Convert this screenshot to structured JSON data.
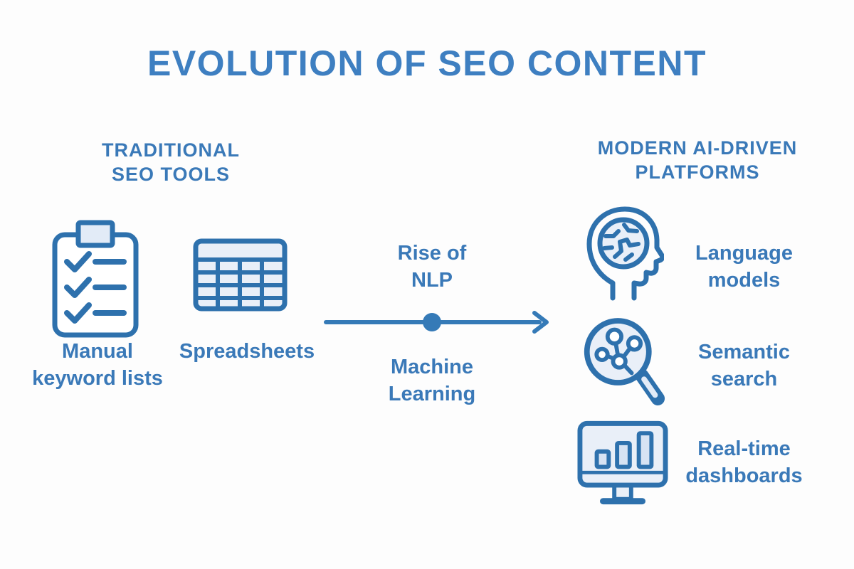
{
  "title": "EVOLUTION OF SEO CONTENT",
  "left": {
    "heading": "TRADITIONAL\nSEO TOOLS",
    "items": [
      {
        "label": "Manual\nkeyword lists",
        "icon": "checklist-clipboard-icon"
      },
      {
        "label": "Spreadsheets",
        "icon": "spreadsheet-table-icon"
      }
    ]
  },
  "center": {
    "top_label": "Rise of\nNLP",
    "bottom_label": "Machine\nLearning",
    "arrow": "timeline-arrow-with-midpoint-dot"
  },
  "right": {
    "heading": "MODERN AI-DRIVEN\nPLATFORMS",
    "items": [
      {
        "label": "Language\nmodels",
        "icon": "ai-head-brain-icon"
      },
      {
        "label": "Semantic\nsearch",
        "icon": "semantic-search-magnifier-icon"
      },
      {
        "label": "Real-time\ndashboards",
        "icon": "dashboard-monitor-icon"
      }
    ]
  },
  "colors": {
    "accent_text": "#3a79b8",
    "title_color": "#3e7fc1",
    "icon_stroke": "#2e71ad",
    "icon_fill": "#e9eff8",
    "background": "#fdfdfd"
  }
}
